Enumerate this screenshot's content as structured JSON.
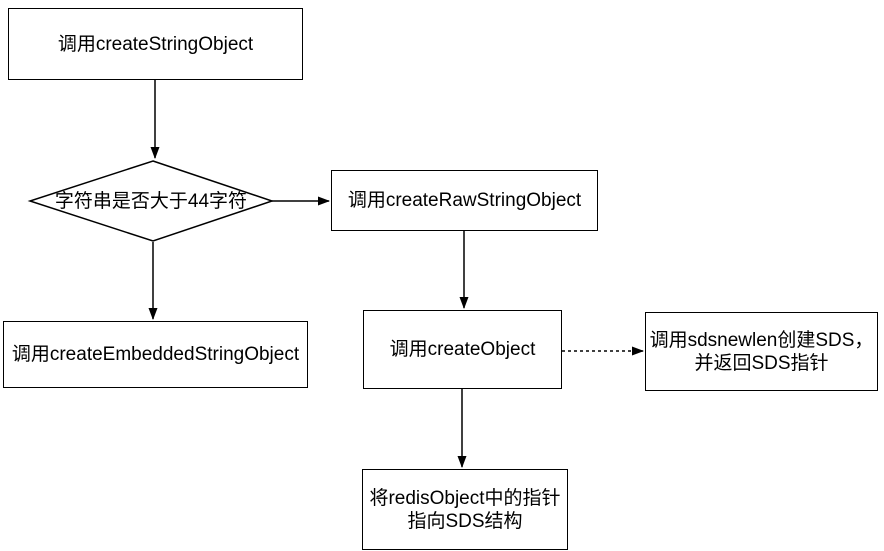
{
  "diagram": {
    "title": "createStringObject flow",
    "colors": {
      "stroke": "#000000",
      "node_fill": "#ffffff",
      "text": "#000000",
      "background": "#ffffff"
    },
    "nodes": {
      "create_string_object": {
        "type": "process",
        "label": "调用createStringObject"
      },
      "decision": {
        "type": "decision",
        "label": "字符串是否大于44字符"
      },
      "create_raw_string_object": {
        "type": "process",
        "label": "调用createRawStringObject"
      },
      "create_embedded_string_object": {
        "type": "process",
        "label": "调用createEmbeddedStringObject"
      },
      "create_object": {
        "type": "process",
        "label": "调用createObject"
      },
      "sdsnewlen": {
        "type": "process",
        "label": "调用sdsnewlen创建SDS，\n并返回SDS指针"
      },
      "redis_object_pointer": {
        "type": "process",
        "label": "将redisObject中的指针\n指向SDS结构"
      }
    },
    "edges": [
      {
        "from": "create_string_object",
        "to": "decision",
        "style": "solid-arrow"
      },
      {
        "from": "decision",
        "to": "create_raw_string_object",
        "style": "solid-arrow"
      },
      {
        "from": "decision",
        "to": "create_embedded_string_object",
        "style": "solid-arrow"
      },
      {
        "from": "create_raw_string_object",
        "to": "create_object",
        "style": "solid-arrow"
      },
      {
        "from": "create_object",
        "to": "sdsnewlen",
        "style": "dashed-arrow"
      },
      {
        "from": "create_object",
        "to": "redis_object_pointer",
        "style": "solid-arrow"
      }
    ]
  }
}
